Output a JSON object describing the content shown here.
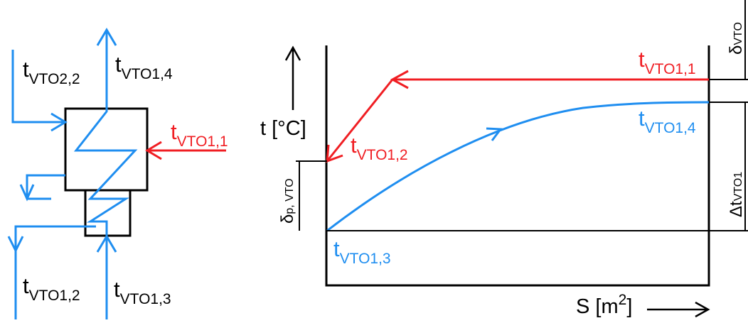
{
  "colors": {
    "hot": "#f01e23",
    "cold": "#1f8ef0",
    "ink": "#000000",
    "background": "#ffffff"
  },
  "scheme": {
    "labels": {
      "t_vto2_2": {
        "main": "t",
        "sub": "VTO2,2"
      },
      "t_vto1_4": {
        "main": "t",
        "sub": "VTO1,4"
      },
      "t_vto1_1": {
        "main": "t",
        "sub": "VTO1,1"
      },
      "t_vto1_2": {
        "main": "t",
        "sub": "VTO1,2"
      },
      "t_vto1_3": {
        "main": "t",
        "sub": "VTO1,3"
      }
    }
  },
  "graph": {
    "y_axis_label": "t [°C]",
    "x_axis_label_main": "S [m",
    "x_axis_label_sup": "2",
    "x_axis_label_end": "]",
    "point_labels": {
      "t_vto1_1": {
        "main": "t",
        "sub": "VTO1,1"
      },
      "t_vto1_2": {
        "main": "t",
        "sub": "VTO1,2"
      },
      "t_vto1_4": {
        "main": "t",
        "sub": "VTO1,4"
      },
      "t_vto1_3": {
        "main": "t",
        "sub": "VTO1,3"
      }
    },
    "dimensions": {
      "delta_vto": {
        "symbol": "δ",
        "sub": "VTO"
      },
      "delta_t_vto1": {
        "symbol": "Δt",
        "sub": "VTO1"
      },
      "delta_p_vto": {
        "symbol": "δ",
        "sub": "p, VTO"
      }
    }
  }
}
